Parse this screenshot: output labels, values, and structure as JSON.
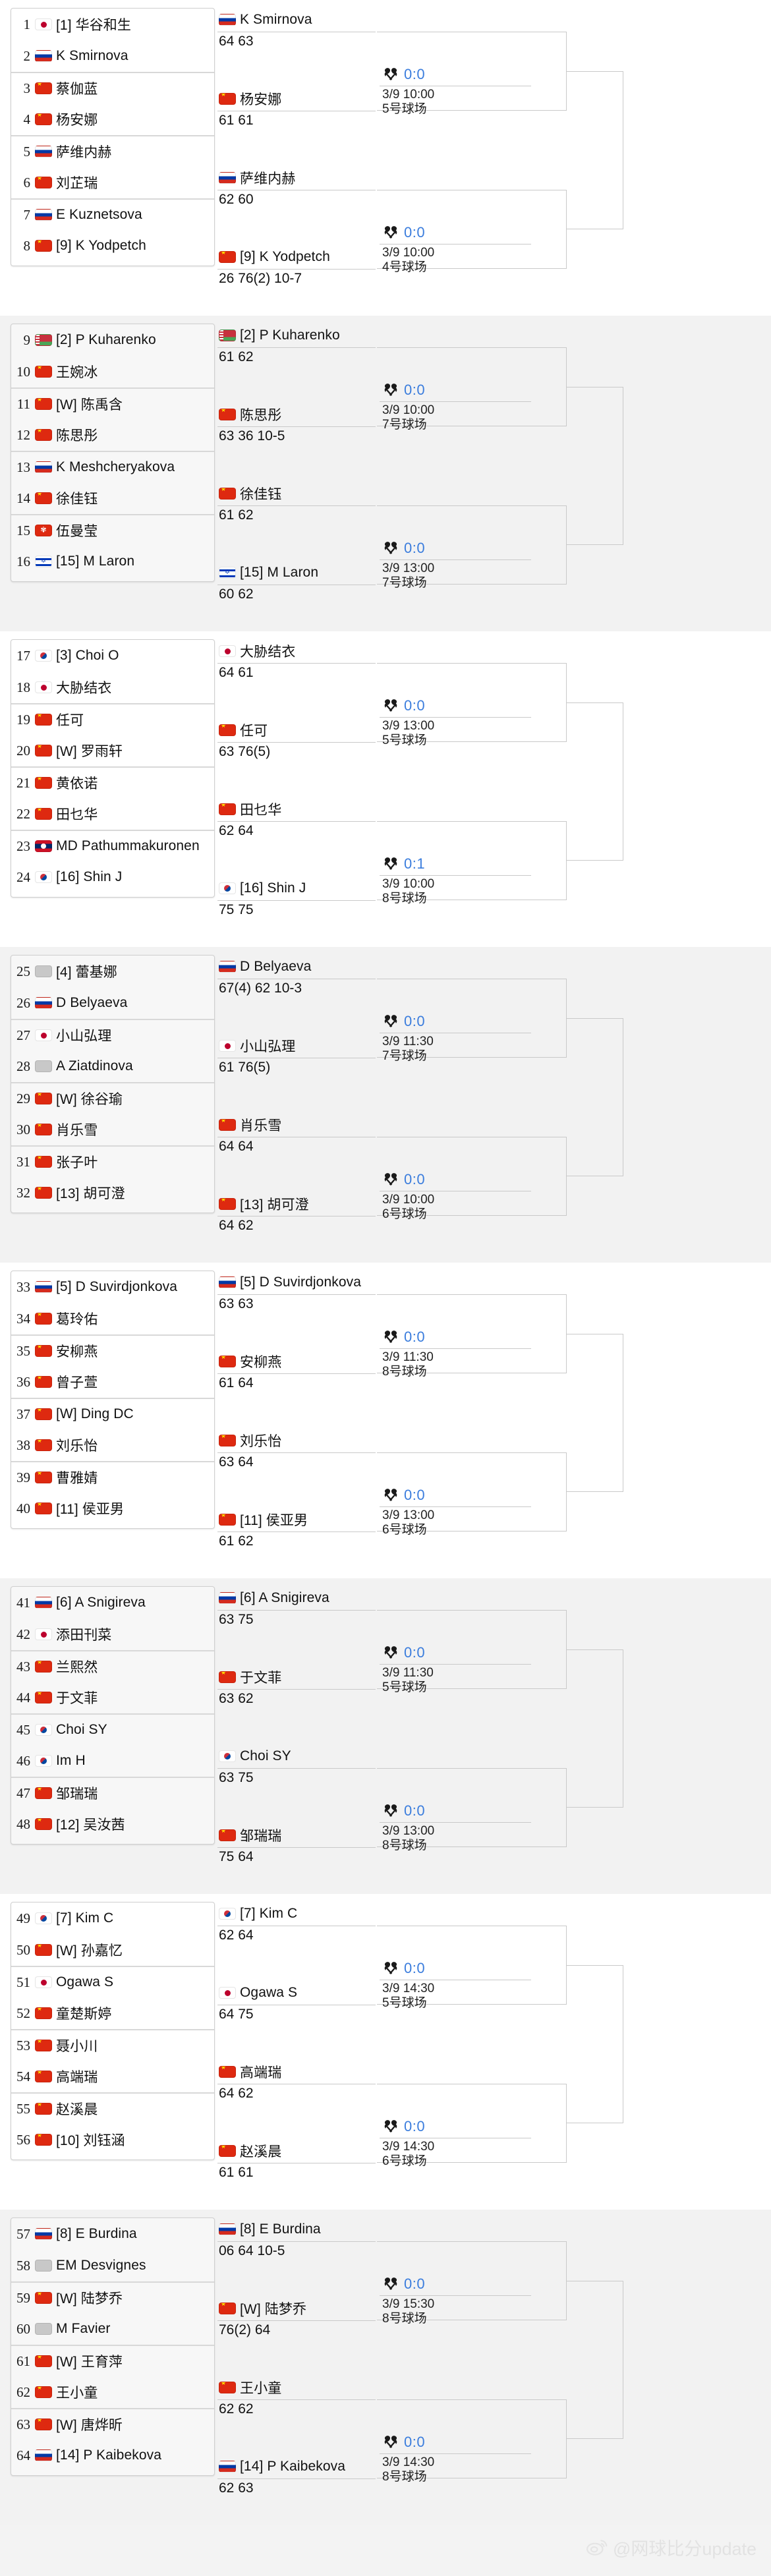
{
  "watermark": {
    "text": "@网球比分update",
    "icon": "weibo-icon"
  },
  "colors": {
    "score_blue": "#3b7ddd",
    "bg": "#f3f3f3",
    "card": "#ffffff",
    "border": "#c9c9c9"
  },
  "labels": {
    "rackets_icon": "crossed-rackets-icon"
  },
  "groups": [
    {
      "r1": [
        {
          "no": "1",
          "flag": "jp",
          "seed": "[1]",
          "name": "华谷和生"
        },
        {
          "no": "2",
          "flag": "ru",
          "seed": "",
          "name": "K Smirnova"
        },
        {
          "no": "3",
          "flag": "cn",
          "seed": "",
          "name": "蔡伽蓝"
        },
        {
          "no": "4",
          "flag": "cn",
          "seed": "",
          "name": "杨安娜"
        },
        {
          "no": "5",
          "flag": "ru",
          "seed": "",
          "name": "萨维内赫"
        },
        {
          "no": "6",
          "flag": "cn",
          "seed": "",
          "name": "刘芷瑞"
        },
        {
          "no": "7",
          "flag": "ru",
          "seed": "",
          "name": "E Kuznetsova"
        },
        {
          "no": "8",
          "flag": "cn",
          "seed": "[9]",
          "name": "K Yodpetch"
        }
      ],
      "r2": [
        {
          "flag": "ru",
          "seed": "",
          "name": "K Smirnova",
          "score": "64 63"
        },
        {
          "flag": "cn",
          "seed": "",
          "name": "杨安娜",
          "score": "61 61"
        },
        {
          "flag": "ru",
          "seed": "",
          "name": "萨维内赫",
          "score": "62 60"
        },
        {
          "flag": "cn",
          "seed": "[9]",
          "name": "K Yodpetch",
          "score": "26 76(2) 10-7"
        }
      ],
      "r3": [
        {
          "score": "0:0",
          "datetime": "3/9 10:00",
          "court": "5号球场"
        },
        {
          "score": "0:0",
          "datetime": "3/9 10:00",
          "court": "4号球场"
        }
      ]
    },
    {
      "r1": [
        {
          "no": "9",
          "flag": "by",
          "seed": "[2]",
          "name": "P Kuharenko"
        },
        {
          "no": "10",
          "flag": "cn",
          "seed": "",
          "name": "王婉冰"
        },
        {
          "no": "11",
          "flag": "cn",
          "seed": "[W]",
          "name": "陈禹含"
        },
        {
          "no": "12",
          "flag": "cn",
          "seed": "",
          "name": "陈思彤"
        },
        {
          "no": "13",
          "flag": "ru",
          "seed": "",
          "name": "K Meshcheryakova"
        },
        {
          "no": "14",
          "flag": "cn",
          "seed": "",
          "name": "徐佳钰"
        },
        {
          "no": "15",
          "flag": "hk",
          "seed": "",
          "name": "伍曼莹"
        },
        {
          "no": "16",
          "flag": "il",
          "seed": "[15]",
          "name": "M Laron"
        }
      ],
      "r2": [
        {
          "flag": "by",
          "seed": "[2]",
          "name": "P Kuharenko",
          "score": "61 62"
        },
        {
          "flag": "cn",
          "seed": "",
          "name": "陈思彤",
          "score": "63 36 10-5"
        },
        {
          "flag": "cn",
          "seed": "",
          "name": "徐佳钰",
          "score": "61 62"
        },
        {
          "flag": "il",
          "seed": "[15]",
          "name": "M Laron",
          "score": "60 62"
        }
      ],
      "r3": [
        {
          "score": "0:0",
          "datetime": "3/9 10:00",
          "court": "7号球场"
        },
        {
          "score": "0:0",
          "datetime": "3/9 13:00",
          "court": "7号球场"
        }
      ]
    },
    {
      "r1": [
        {
          "no": "17",
          "flag": "kr",
          "seed": "[3]",
          "name": "Choi O"
        },
        {
          "no": "18",
          "flag": "jp",
          "seed": "",
          "name": "大胁结衣"
        },
        {
          "no": "19",
          "flag": "cn",
          "seed": "",
          "name": "任可"
        },
        {
          "no": "20",
          "flag": "cn",
          "seed": "[W]",
          "name": "罗雨轩"
        },
        {
          "no": "21",
          "flag": "cn",
          "seed": "",
          "name": "黄依诺"
        },
        {
          "no": "22",
          "flag": "cn",
          "seed": "",
          "name": "田乜华"
        },
        {
          "no": "23",
          "flag": "la",
          "seed": "",
          "name": "MD Pathummakuronen"
        },
        {
          "no": "24",
          "flag": "kr",
          "seed": "[16]",
          "name": "Shin J"
        }
      ],
      "r2": [
        {
          "flag": "jp",
          "seed": "",
          "name": "大胁结衣",
          "score": "64 61"
        },
        {
          "flag": "cn",
          "seed": "",
          "name": "任可",
          "score": "63 76(5)"
        },
        {
          "flag": "cn",
          "seed": "",
          "name": "田乜华",
          "score": "62 64"
        },
        {
          "flag": "kr",
          "seed": "[16]",
          "name": "Shin J",
          "score": "75 75"
        }
      ],
      "r3": [
        {
          "score": "0:0",
          "datetime": "3/9 13:00",
          "court": "5号球场"
        },
        {
          "score": "0:1",
          "datetime": "3/9 10:00",
          "court": "8号球场"
        }
      ]
    },
    {
      "r1": [
        {
          "no": "25",
          "flag": "none",
          "seed": "[4]",
          "name": "蕾基娜"
        },
        {
          "no": "26",
          "flag": "ru",
          "seed": "",
          "name": "D Belyaeva"
        },
        {
          "no": "27",
          "flag": "jp",
          "seed": "",
          "name": "小山弘理"
        },
        {
          "no": "28",
          "flag": "none",
          "seed": "",
          "name": "A Ziatdinova"
        },
        {
          "no": "29",
          "flag": "cn",
          "seed": "[W]",
          "name": "徐谷瑜"
        },
        {
          "no": "30",
          "flag": "cn",
          "seed": "",
          "name": "肖乐雪"
        },
        {
          "no": "31",
          "flag": "cn",
          "seed": "",
          "name": "张子叶"
        },
        {
          "no": "32",
          "flag": "cn",
          "seed": "[13]",
          "name": "胡可澄"
        }
      ],
      "r2": [
        {
          "flag": "ru",
          "seed": "",
          "name": "D Belyaeva",
          "score": "67(4) 62 10-3"
        },
        {
          "flag": "jp",
          "seed": "",
          "name": "小山弘理",
          "score": "61 76(5)"
        },
        {
          "flag": "cn",
          "seed": "",
          "name": "肖乐雪",
          "score": "64 64"
        },
        {
          "flag": "cn",
          "seed": "[13]",
          "name": "胡可澄",
          "score": "64 62"
        }
      ],
      "r3": [
        {
          "score": "0:0",
          "datetime": "3/9 11:30",
          "court": "7号球场"
        },
        {
          "score": "0:0",
          "datetime": "3/9 10:00",
          "court": "6号球场"
        }
      ]
    },
    {
      "r1": [
        {
          "no": "33",
          "flag": "ru",
          "seed": "[5]",
          "name": "D Suvirdjonkova"
        },
        {
          "no": "34",
          "flag": "cn",
          "seed": "",
          "name": "葛玲佑"
        },
        {
          "no": "35",
          "flag": "cn",
          "seed": "",
          "name": "安柳燕"
        },
        {
          "no": "36",
          "flag": "cn",
          "seed": "",
          "name": "曾子萱"
        },
        {
          "no": "37",
          "flag": "cn",
          "seed": "[W]",
          "name": "Ding DC"
        },
        {
          "no": "38",
          "flag": "cn",
          "seed": "",
          "name": "刘乐怡"
        },
        {
          "no": "39",
          "flag": "cn",
          "seed": "",
          "name": "曹雅婧"
        },
        {
          "no": "40",
          "flag": "cn",
          "seed": "[11]",
          "name": "侯亚男"
        }
      ],
      "r2": [
        {
          "flag": "ru",
          "seed": "[5]",
          "name": "D Suvirdjonkova",
          "score": "63 63"
        },
        {
          "flag": "cn",
          "seed": "",
          "name": "安柳燕",
          "score": "61 64"
        },
        {
          "flag": "cn",
          "seed": "",
          "name": "刘乐怡",
          "score": "63 64"
        },
        {
          "flag": "cn",
          "seed": "[11]",
          "name": "侯亚男",
          "score": "61 62"
        }
      ],
      "r3": [
        {
          "score": "0:0",
          "datetime": "3/9 11:30",
          "court": "8号球场"
        },
        {
          "score": "0:0",
          "datetime": "3/9 13:00",
          "court": "6号球场"
        }
      ]
    },
    {
      "r1": [
        {
          "no": "41",
          "flag": "ru",
          "seed": "[6]",
          "name": "A Snigireva"
        },
        {
          "no": "42",
          "flag": "jp",
          "seed": "",
          "name": "添田刊菜"
        },
        {
          "no": "43",
          "flag": "cn",
          "seed": "",
          "name": "兰熙然"
        },
        {
          "no": "44",
          "flag": "cn",
          "seed": "",
          "name": "于文菲"
        },
        {
          "no": "45",
          "flag": "kr",
          "seed": "",
          "name": "Choi SY"
        },
        {
          "no": "46",
          "flag": "kr",
          "seed": "",
          "name": "Im H"
        },
        {
          "no": "47",
          "flag": "cn",
          "seed": "",
          "name": "邹瑞瑞"
        },
        {
          "no": "48",
          "flag": "cn",
          "seed": "[12]",
          "name": "吴汝茜"
        }
      ],
      "r2": [
        {
          "flag": "ru",
          "seed": "[6]",
          "name": "A Snigireva",
          "score": "63 75"
        },
        {
          "flag": "cn",
          "seed": "",
          "name": "于文菲",
          "score": "63 62"
        },
        {
          "flag": "kr",
          "seed": "",
          "name": "Choi SY",
          "score": "63 75"
        },
        {
          "flag": "cn",
          "seed": "",
          "name": "邹瑞瑞",
          "score": "75 64"
        }
      ],
      "r3": [
        {
          "score": "0:0",
          "datetime": "3/9 11:30",
          "court": "5号球场"
        },
        {
          "score": "0:0",
          "datetime": "3/9 13:00",
          "court": "8号球场"
        }
      ]
    },
    {
      "r1": [
        {
          "no": "49",
          "flag": "kr",
          "seed": "[7]",
          "name": "Kim C"
        },
        {
          "no": "50",
          "flag": "cn",
          "seed": "[W]",
          "name": "孙嘉忆"
        },
        {
          "no": "51",
          "flag": "jp",
          "seed": "",
          "name": "Ogawa S"
        },
        {
          "no": "52",
          "flag": "cn",
          "seed": "",
          "name": "童楚斯婷"
        },
        {
          "no": "53",
          "flag": "cn",
          "seed": "",
          "name": "聂小川"
        },
        {
          "no": "54",
          "flag": "cn",
          "seed": "",
          "name": "高端瑞"
        },
        {
          "no": "55",
          "flag": "cn",
          "seed": "",
          "name": "赵溪晨"
        },
        {
          "no": "56",
          "flag": "cn",
          "seed": "[10]",
          "name": "刘钰涵"
        }
      ],
      "r2": [
        {
          "flag": "kr",
          "seed": "[7]",
          "name": "Kim C",
          "score": "62 64"
        },
        {
          "flag": "jp",
          "seed": "",
          "name": "Ogawa S",
          "score": "64 75"
        },
        {
          "flag": "cn",
          "seed": "",
          "name": "高端瑞",
          "score": "64 62"
        },
        {
          "flag": "cn",
          "seed": "",
          "name": "赵溪晨",
          "score": "61 61"
        }
      ],
      "r3": [
        {
          "score": "0:0",
          "datetime": "3/9 14:30",
          "court": "5号球场"
        },
        {
          "score": "0:0",
          "datetime": "3/9 14:30",
          "court": "6号球场"
        }
      ]
    },
    {
      "r1": [
        {
          "no": "57",
          "flag": "ru",
          "seed": "[8]",
          "name": "E Burdina"
        },
        {
          "no": "58",
          "flag": "none",
          "seed": "",
          "name": "EM Desvignes"
        },
        {
          "no": "59",
          "flag": "cn",
          "seed": "[W]",
          "name": "陆梦乔"
        },
        {
          "no": "60",
          "flag": "none",
          "seed": "",
          "name": "M Favier"
        },
        {
          "no": "61",
          "flag": "cn",
          "seed": "[W]",
          "name": "王育萍"
        },
        {
          "no": "62",
          "flag": "cn",
          "seed": "",
          "name": "王小童"
        },
        {
          "no": "63",
          "flag": "cn",
          "seed": "[W]",
          "name": "唐烨昕"
        },
        {
          "no": "64",
          "flag": "ru",
          "seed": "[14]",
          "name": "P Kaibekova"
        }
      ],
      "r2": [
        {
          "flag": "ru",
          "seed": "[8]",
          "name": "E Burdina",
          "score": "06 64 10-5"
        },
        {
          "flag": "cn",
          "seed": "[W]",
          "name": "陆梦乔",
          "score": "76(2) 64"
        },
        {
          "flag": "cn",
          "seed": "",
          "name": "王小童",
          "score": "62 62"
        },
        {
          "flag": "ru",
          "seed": "[14]",
          "name": "P Kaibekova",
          "score": "62 63"
        }
      ],
      "r3": [
        {
          "score": "0:0",
          "datetime": "3/9 15:30",
          "court": "8号球场"
        },
        {
          "score": "0:0",
          "datetime": "3/9 14:30",
          "court": "8号球场"
        }
      ]
    }
  ]
}
